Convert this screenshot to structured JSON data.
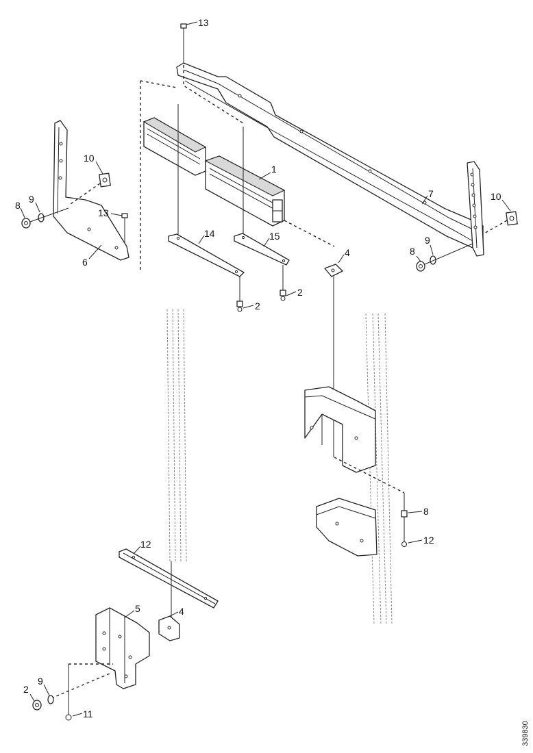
{
  "callouts": {
    "c1": "1",
    "c2a": "2",
    "c2b": "2",
    "c2c": "2",
    "c4a": "4",
    "c4b": "4",
    "c5": "5",
    "c6": "6",
    "c7": "7",
    "c8a": "8",
    "c8b": "8",
    "c8c": "8",
    "c9a": "9",
    "c9b": "9",
    "c9c": "9",
    "c10a": "10",
    "c10b": "10",
    "c11": "11",
    "c12a": "12",
    "c12b": "12",
    "c13a": "13",
    "c13b": "13",
    "c14": "14",
    "c15": "15"
  },
  "reference_number": "339830"
}
